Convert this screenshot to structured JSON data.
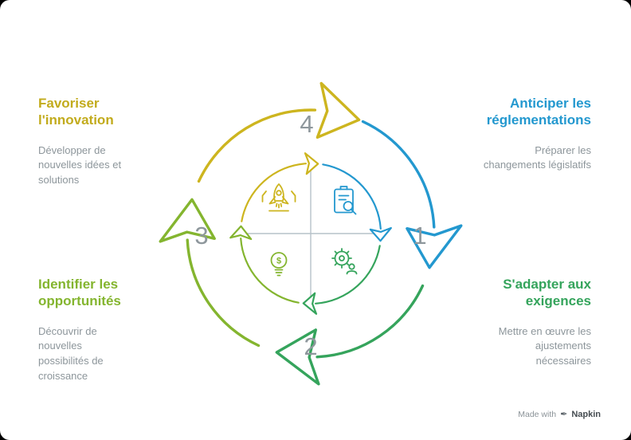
{
  "diagram": {
    "type": "cycle",
    "number_color": "#8e979c",
    "divider_color": "#b6c2c9",
    "bulb_symbol": "$",
    "steps": [
      {
        "number": "1",
        "title": "Anticiper les réglementations",
        "description": "Préparer les changements législatifs",
        "color": "#2398cf",
        "icon": "clipboard-search-icon",
        "position": "top-right"
      },
      {
        "number": "2",
        "title": "S'adapter aux exigences",
        "description": "Mettre en œuvre les ajustements nécessaires",
        "color": "#35a45c",
        "icon": "gear-user-icon",
        "position": "bottom-right"
      },
      {
        "number": "3",
        "title": "Identifier les opportunités",
        "description": "Découvrir de nouvelles possibilités de croissance",
        "color": "#84b52f",
        "icon": "lightbulb-dollar-icon",
        "position": "bottom-left"
      },
      {
        "number": "4",
        "title": "Favoriser l'innovation",
        "description": "Développer de nouvelles idées et solutions",
        "color": "#cdb51f",
        "icon": "rocket-icon",
        "position": "top-left"
      }
    ]
  },
  "footer": {
    "made_with": "Made with",
    "icon_glyph": "✒",
    "brand": "Napkin"
  }
}
